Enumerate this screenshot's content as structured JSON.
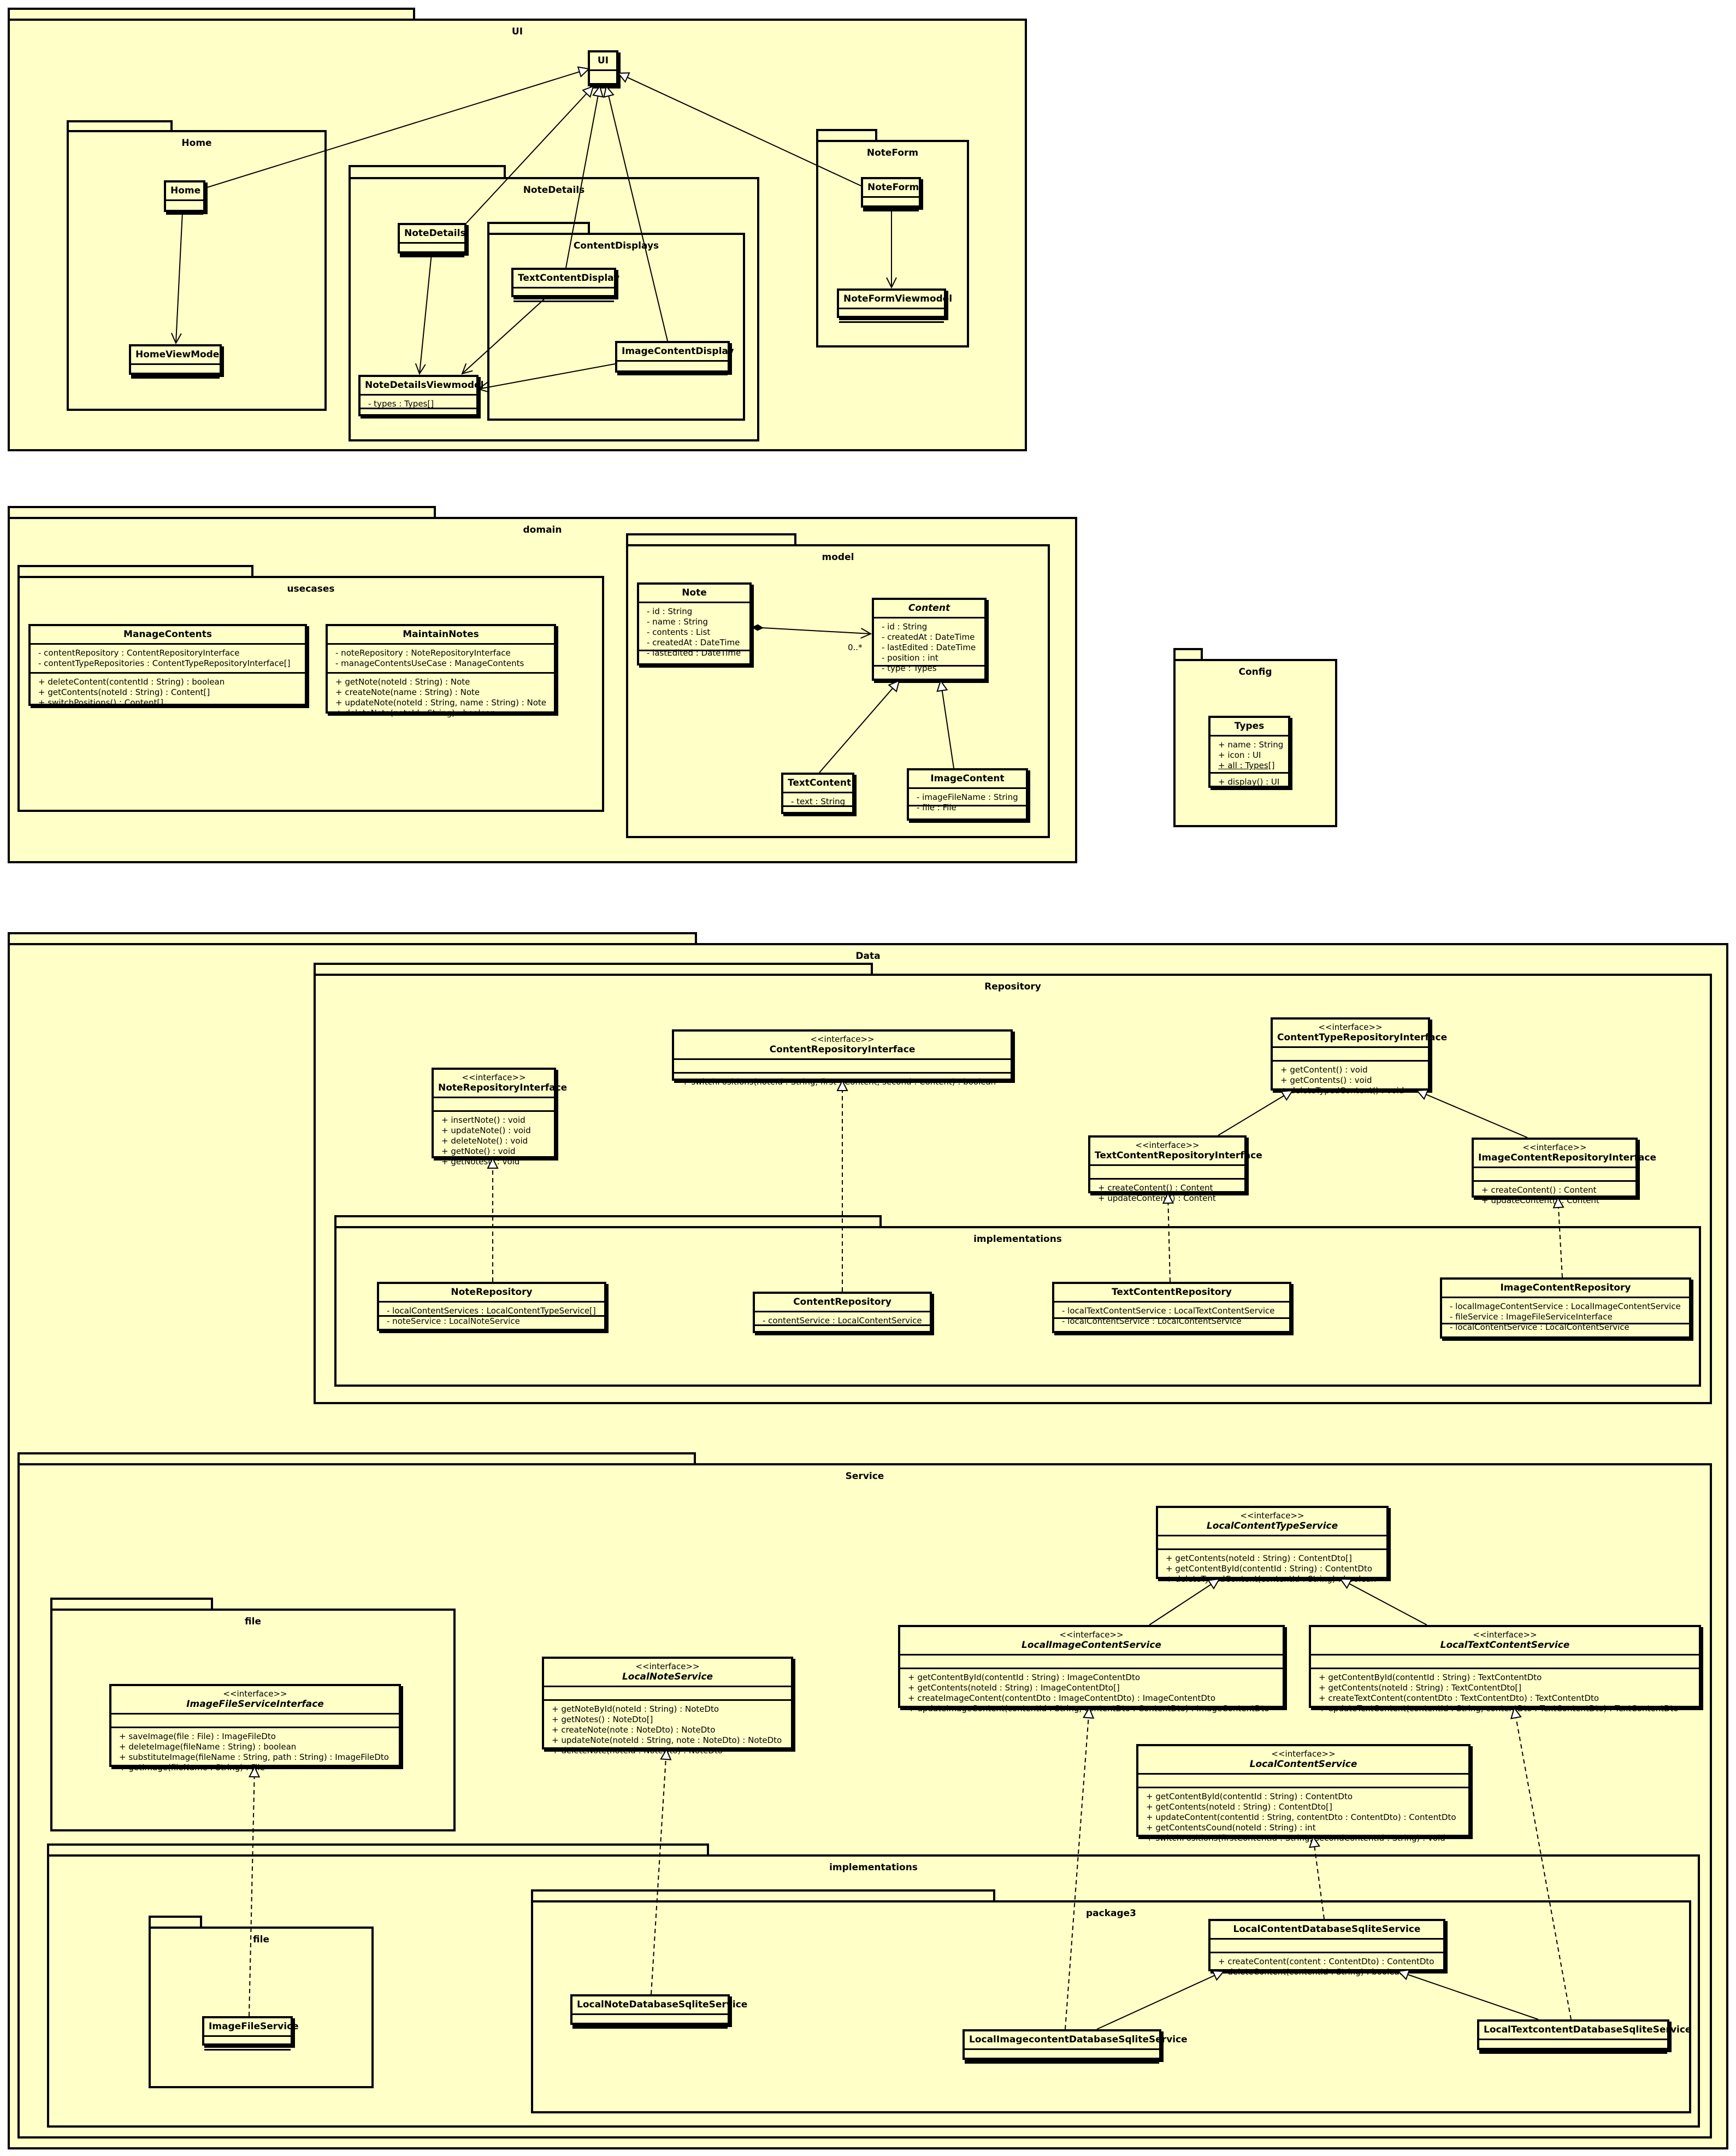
{
  "packages": {
    "ui": "UI",
    "home": "Home",
    "notedetails": "NoteDetails",
    "contentdisplays": "ContentDisplays",
    "noteform": "NoteForm",
    "domain": "domain",
    "usecases": "usecases",
    "model": "model",
    "config": "Config",
    "data": "Data",
    "repository": "Repository",
    "repo_impl": "implementations",
    "service": "Service",
    "file": "file",
    "svc_impl": "implementations",
    "file_impl": "file",
    "package3": "package3"
  },
  "classes": {
    "ui": {
      "name": "UI"
    },
    "home": {
      "name": "Home"
    },
    "homeViewModel": {
      "name": "HomeViewModel"
    },
    "noteDetails": {
      "name": "NoteDetails"
    },
    "noteDetailsViewmodel": {
      "name": "NoteDetailsViewmodel",
      "attributes": [
        "- types : Types[]"
      ]
    },
    "textContentDisplay": {
      "name": "TextContentDisplay"
    },
    "imageContentDisplay": {
      "name": "ImageContentDisplay"
    },
    "noteForm": {
      "name": "NoteForm"
    },
    "noteFormViewmodel": {
      "name": "NoteFormViewmodel"
    },
    "manageContents": {
      "name": "ManageContents",
      "attributes": [
        "- contentRepository : ContentRepositoryInterface",
        "- contentTypeRepositories : ContentTypeRepositoryInterface[]"
      ],
      "operations": [
        "+ deleteContent(contentId : String) : boolean",
        "+ getContents(noteId : String) : Content[]",
        "+ switchPositions() : Content[]"
      ]
    },
    "maintainNotes": {
      "name": "MaintainNotes",
      "attributes": [
        "- noteRepository : NoteRepositoryInterface",
        "- manageContentsUseCase : ManageContents"
      ],
      "operations": [
        "+ getNote(noteId : String) : Note",
        "+ createNote(name : String) : Note",
        "+ updateNote(noteId : String, name : String) : Note",
        "+ deleteNote(noteId : String) : boolean"
      ]
    },
    "note": {
      "name": "Note",
      "attributes": [
        "- id : String",
        "- name : String",
        "- contents : List",
        "- createdAt : DateTime",
        "- lastEdited : DateTime"
      ]
    },
    "content": {
      "name": "Content",
      "attributes": [
        "- id : String",
        "- createdAt : DateTime",
        "- lastEdited : DateTime",
        "- position : int",
        "- type : Types"
      ]
    },
    "textContent": {
      "name": "TextContent",
      "attributes": [
        "- text : String"
      ]
    },
    "imageContent": {
      "name": "ImageContent",
      "attributes": [
        "- imageFileName : String",
        "- file : File"
      ]
    },
    "types": {
      "name": "Types",
      "attributes": [
        "+ name : String",
        "+ icon : UI",
        "+ all : Types[]"
      ],
      "operations": [
        "+ display() : UI"
      ]
    },
    "noteRepositoryInterface": {
      "stereotype": "<<interface>>",
      "name": "NoteRepositoryInterface",
      "operations": [
        "+ insertNote() : void",
        "+ updateNote() : void",
        "+ deleteNote() : void",
        "+ getNote() : void",
        "+ getNotes() : void"
      ]
    },
    "contentRepositoryInterface": {
      "stereotype": "<<interface>>",
      "name": "ContentRepositoryInterface",
      "operations": [
        "+ switchPositions(noteId : String, first : Content, second : Content) : boolean"
      ]
    },
    "contentTypeRepositoryInterface": {
      "stereotype": "<<interface>>",
      "name": "ContentTypeRepositoryInterface",
      "operations": [
        "+ getContent() : void",
        "+ getContents() : void",
        "+ deleteTypedContent() : void"
      ]
    },
    "textContentRepositoryInterface": {
      "stereotype": "<<interface>>",
      "name": "TextContentRepositoryInterface",
      "operations": [
        "+ createContent() : Content",
        "+ updateContent() : Content"
      ]
    },
    "imageContentRepositoryInterface": {
      "stereotype": "<<interface>>",
      "name": "ImageContentRepositoryInterface",
      "operations": [
        "+ createContent() : Content",
        "+ updateContent() : Content"
      ]
    },
    "noteRepository": {
      "name": "NoteRepository",
      "attributes": [
        "- localContentServices : LocalContentTypeService[]",
        "- noteService : LocalNoteService"
      ]
    },
    "contentRepository": {
      "name": "ContentRepository",
      "attributes": [
        "- contentService : LocalContentService"
      ]
    },
    "textContentRepository": {
      "name": "TextContentRepository",
      "attributes": [
        "- localTextContentService : LocalTextContentService",
        "- localContentService : LocalContentService"
      ]
    },
    "imageContentRepository": {
      "name": "ImageContentRepository",
      "attributes": [
        "- localImageContentService : LocalImageContentService",
        "- fileService : ImageFileServiceInterface",
        "- localContentService : LocalContentService"
      ]
    },
    "localContentTypeService": {
      "stereotype": "<<interface>>",
      "name": "LocalContentTypeService",
      "operations": [
        "+ getContents(noteId : String) : ContentDto[]",
        "+ getContentById(contentId : String) : ContentDto",
        "+ deleteTypedContent(contentId : String) : boolean"
      ]
    },
    "localImageContentService": {
      "stereotype": "<<interface>>",
      "name": "LocalImageContentService",
      "operations": [
        "+ getContentById(contentId : String) : ImageContentDto",
        "+ getContents(noteId : String) : ImageContentDto[]",
        "+ createImageContent(contentDto : ImageContentDto) : ImageContentDto",
        "+ updateImageContent(contentId : String, contentDto : ContentDto) : ImageContentDto"
      ]
    },
    "localTextContentService": {
      "stereotype": "<<interface>>",
      "name": "LocalTextContentService",
      "operations": [
        "+ getContentById(contentId : String) : TextContentDto",
        "+ getContents(noteId : String) : TextContentDto[]",
        "+ createTextContent(contentDto : TextContentDto) : TextContentDto",
        "+ updateTextContent(contentId : String, contentDto : TextContentDto) : TextContentDto"
      ]
    },
    "imageFileServiceInterface": {
      "stereotype": "<<interface>>",
      "name": "ImageFileServiceInterface",
      "operations": [
        "+ saveImage(file : File) : ImageFileDto",
        "+ deleteImage(fileName : String) : boolean",
        "+ substituteImage(fileName : String, path : String) : ImageFileDto",
        "+ getImage(fileName : String) : File"
      ]
    },
    "localNoteService": {
      "stereotype": "<<interface>>",
      "name": "LocalNoteService",
      "operations": [
        "+ getNoteById(noteId : String) : NoteDto",
        "+ getNotes() : NoteDto[]",
        "+ createNote(note : NoteDto) : NoteDto",
        "+ updateNote(noteId : String, note : NoteDto) : NoteDto",
        "+ deleteNote(noteId : NoteDto) : NoteDto"
      ]
    },
    "localContentService": {
      "stereotype": "<<interface>>",
      "name": "LocalContentService",
      "operations": [
        "+ getContentById(contentId : String) : ContentDto",
        "+ getContents(noteId : String) : ContentDto[]",
        "+ updateContent(contentId : String, contentDto : ContentDto) : ContentDto",
        "+ getContentsCound(noteId : String) : int",
        "+ switchPositions(firstContentId : String, secondContentId : String) : void"
      ]
    },
    "imageFileService": {
      "name": "ImageFileService"
    },
    "localNoteDatabaseSqliteService": {
      "name": "LocalNoteDatabaseSqliteService"
    },
    "localContentDatabaseSqliteService": {
      "name": "LocalContentDatabaseSqliteService",
      "operations": [
        "+ createContent(content : ContentDto) : ContentDto",
        "+ deleteContent(contentId : String) : boolean"
      ]
    },
    "localImagecontentDatabaseSqliteService": {
      "name": "LocalImagecontentDatabaseSqliteService"
    },
    "localTextcontentDatabaseSqliteService": {
      "name": "LocalTextcontentDatabaseSqliteService"
    }
  },
  "multiplicity": {
    "note_content": "0..*"
  }
}
